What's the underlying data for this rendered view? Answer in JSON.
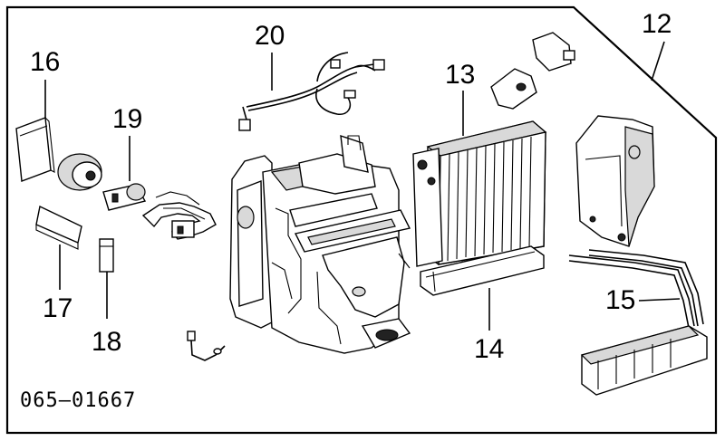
{
  "diagram": {
    "drawing_code": "065–01667",
    "callouts": [
      {
        "id": "c12",
        "text": "12"
      },
      {
        "id": "c13",
        "text": "13"
      },
      {
        "id": "c14",
        "text": "14"
      },
      {
        "id": "c15",
        "text": "15"
      },
      {
        "id": "c16",
        "text": "16"
      },
      {
        "id": "c17",
        "text": "17"
      },
      {
        "id": "c18",
        "text": "18"
      },
      {
        "id": "c19",
        "text": "19"
      },
      {
        "id": "c20",
        "text": "20"
      }
    ]
  },
  "colors": {
    "line": "#000000",
    "background": "#ffffff",
    "shade": "#d9d9d9"
  }
}
